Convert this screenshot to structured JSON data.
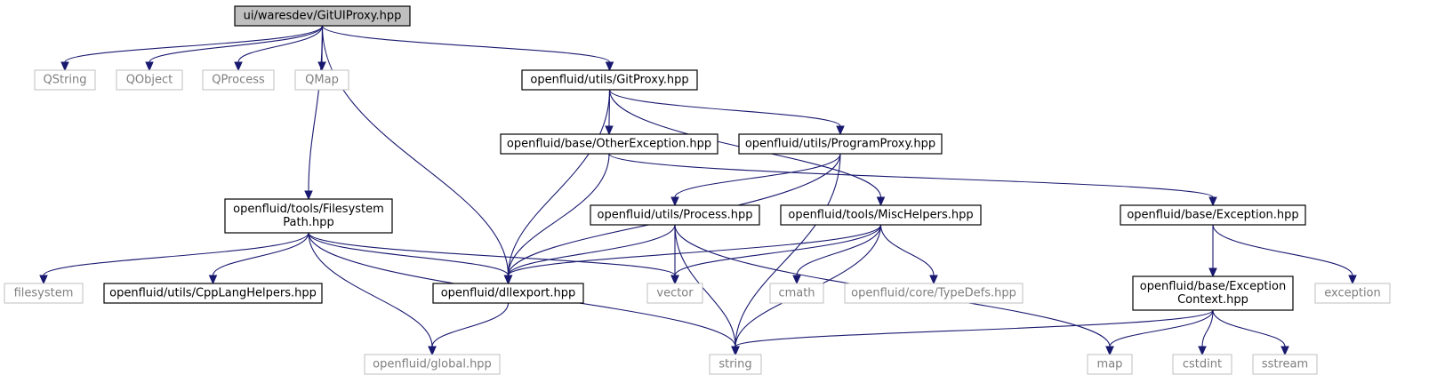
{
  "colors": {
    "edge": "#191970",
    "root_fill": "#bfbfbf",
    "system_border": "#bfbfbf",
    "system_text": "#7f7f7f"
  },
  "nodes": [
    {
      "id": "root",
      "kind": "root",
      "lines": [
        "ui/waresdev/GitUIProxy.hpp"
      ]
    },
    {
      "id": "qstring",
      "kind": "system",
      "lines": [
        "QString"
      ]
    },
    {
      "id": "qobject",
      "kind": "system",
      "lines": [
        "QObject"
      ]
    },
    {
      "id": "qprocess",
      "kind": "system",
      "lines": [
        "QProcess"
      ]
    },
    {
      "id": "qmap",
      "kind": "system",
      "lines": [
        "QMap"
      ]
    },
    {
      "id": "gitproxy",
      "kind": "file",
      "lines": [
        "openfluid/utils/GitProxy.hpp"
      ]
    },
    {
      "id": "otherexc",
      "kind": "file",
      "lines": [
        "openfluid/base/OtherException.hpp"
      ]
    },
    {
      "id": "progproxy",
      "kind": "file",
      "lines": [
        "openfluid/utils/ProgramProxy.hpp"
      ]
    },
    {
      "id": "fspath",
      "kind": "file",
      "lines": [
        "openfluid/tools/Filesystem",
        "Path.hpp"
      ]
    },
    {
      "id": "process",
      "kind": "file",
      "lines": [
        "openfluid/utils/Process.hpp"
      ]
    },
    {
      "id": "mischelpers",
      "kind": "file",
      "lines": [
        "openfluid/tools/MiscHelpers.hpp"
      ]
    },
    {
      "id": "exception",
      "kind": "file",
      "lines": [
        "openfluid/base/Exception.hpp"
      ]
    },
    {
      "id": "filesystem",
      "kind": "system",
      "lines": [
        "filesystem"
      ]
    },
    {
      "id": "cpplang",
      "kind": "file",
      "lines": [
        "openfluid/utils/CppLangHelpers.hpp"
      ]
    },
    {
      "id": "dllexport",
      "kind": "file",
      "lines": [
        "openfluid/dllexport.hpp"
      ]
    },
    {
      "id": "vector",
      "kind": "system",
      "lines": [
        "vector"
      ]
    },
    {
      "id": "cmath",
      "kind": "system",
      "lines": [
        "cmath"
      ]
    },
    {
      "id": "typedefs",
      "kind": "system",
      "lines": [
        "openfluid/core/TypeDefs.hpp"
      ]
    },
    {
      "id": "exccontext",
      "kind": "file",
      "lines": [
        "openfluid/base/Exception",
        "Context.hpp"
      ]
    },
    {
      "id": "stdexception",
      "kind": "system",
      "lines": [
        "exception"
      ]
    },
    {
      "id": "global",
      "kind": "system",
      "lines": [
        "openfluid/global.hpp"
      ]
    },
    {
      "id": "string",
      "kind": "system",
      "lines": [
        "string"
      ]
    },
    {
      "id": "map",
      "kind": "system",
      "lines": [
        "map"
      ]
    },
    {
      "id": "cstdint",
      "kind": "system",
      "lines": [
        "cstdint"
      ]
    },
    {
      "id": "sstream",
      "kind": "system",
      "lines": [
        "sstream"
      ]
    }
  ],
  "edges": [
    [
      "root",
      "qstring"
    ],
    [
      "root",
      "qobject"
    ],
    [
      "root",
      "qprocess"
    ],
    [
      "root",
      "qmap"
    ],
    [
      "root",
      "gitproxy"
    ],
    [
      "root",
      "fspath"
    ],
    [
      "root",
      "dllexport"
    ],
    [
      "gitproxy",
      "otherexc"
    ],
    [
      "gitproxy",
      "progproxy"
    ],
    [
      "gitproxy",
      "mischelpers"
    ],
    [
      "gitproxy",
      "dllexport"
    ],
    [
      "otherexc",
      "exception"
    ],
    [
      "otherexc",
      "dllexport"
    ],
    [
      "progproxy",
      "process"
    ],
    [
      "progproxy",
      "dllexport"
    ],
    [
      "progproxy",
      "string"
    ],
    [
      "fspath",
      "filesystem"
    ],
    [
      "fspath",
      "cpplang"
    ],
    [
      "fspath",
      "dllexport"
    ],
    [
      "fspath",
      "vector"
    ],
    [
      "fspath",
      "global"
    ],
    [
      "fspath",
      "string"
    ],
    [
      "process",
      "dllexport"
    ],
    [
      "process",
      "vector"
    ],
    [
      "process",
      "string"
    ],
    [
      "process",
      "map"
    ],
    [
      "mischelpers",
      "dllexport"
    ],
    [
      "mischelpers",
      "vector"
    ],
    [
      "mischelpers",
      "string"
    ],
    [
      "mischelpers",
      "cmath"
    ],
    [
      "mischelpers",
      "typedefs"
    ],
    [
      "exception",
      "exccontext"
    ],
    [
      "exception",
      "stdexception"
    ],
    [
      "exccontext",
      "string"
    ],
    [
      "exccontext",
      "map"
    ],
    [
      "exccontext",
      "cstdint"
    ],
    [
      "exccontext",
      "sstream"
    ],
    [
      "dllexport",
      "global"
    ]
  ]
}
